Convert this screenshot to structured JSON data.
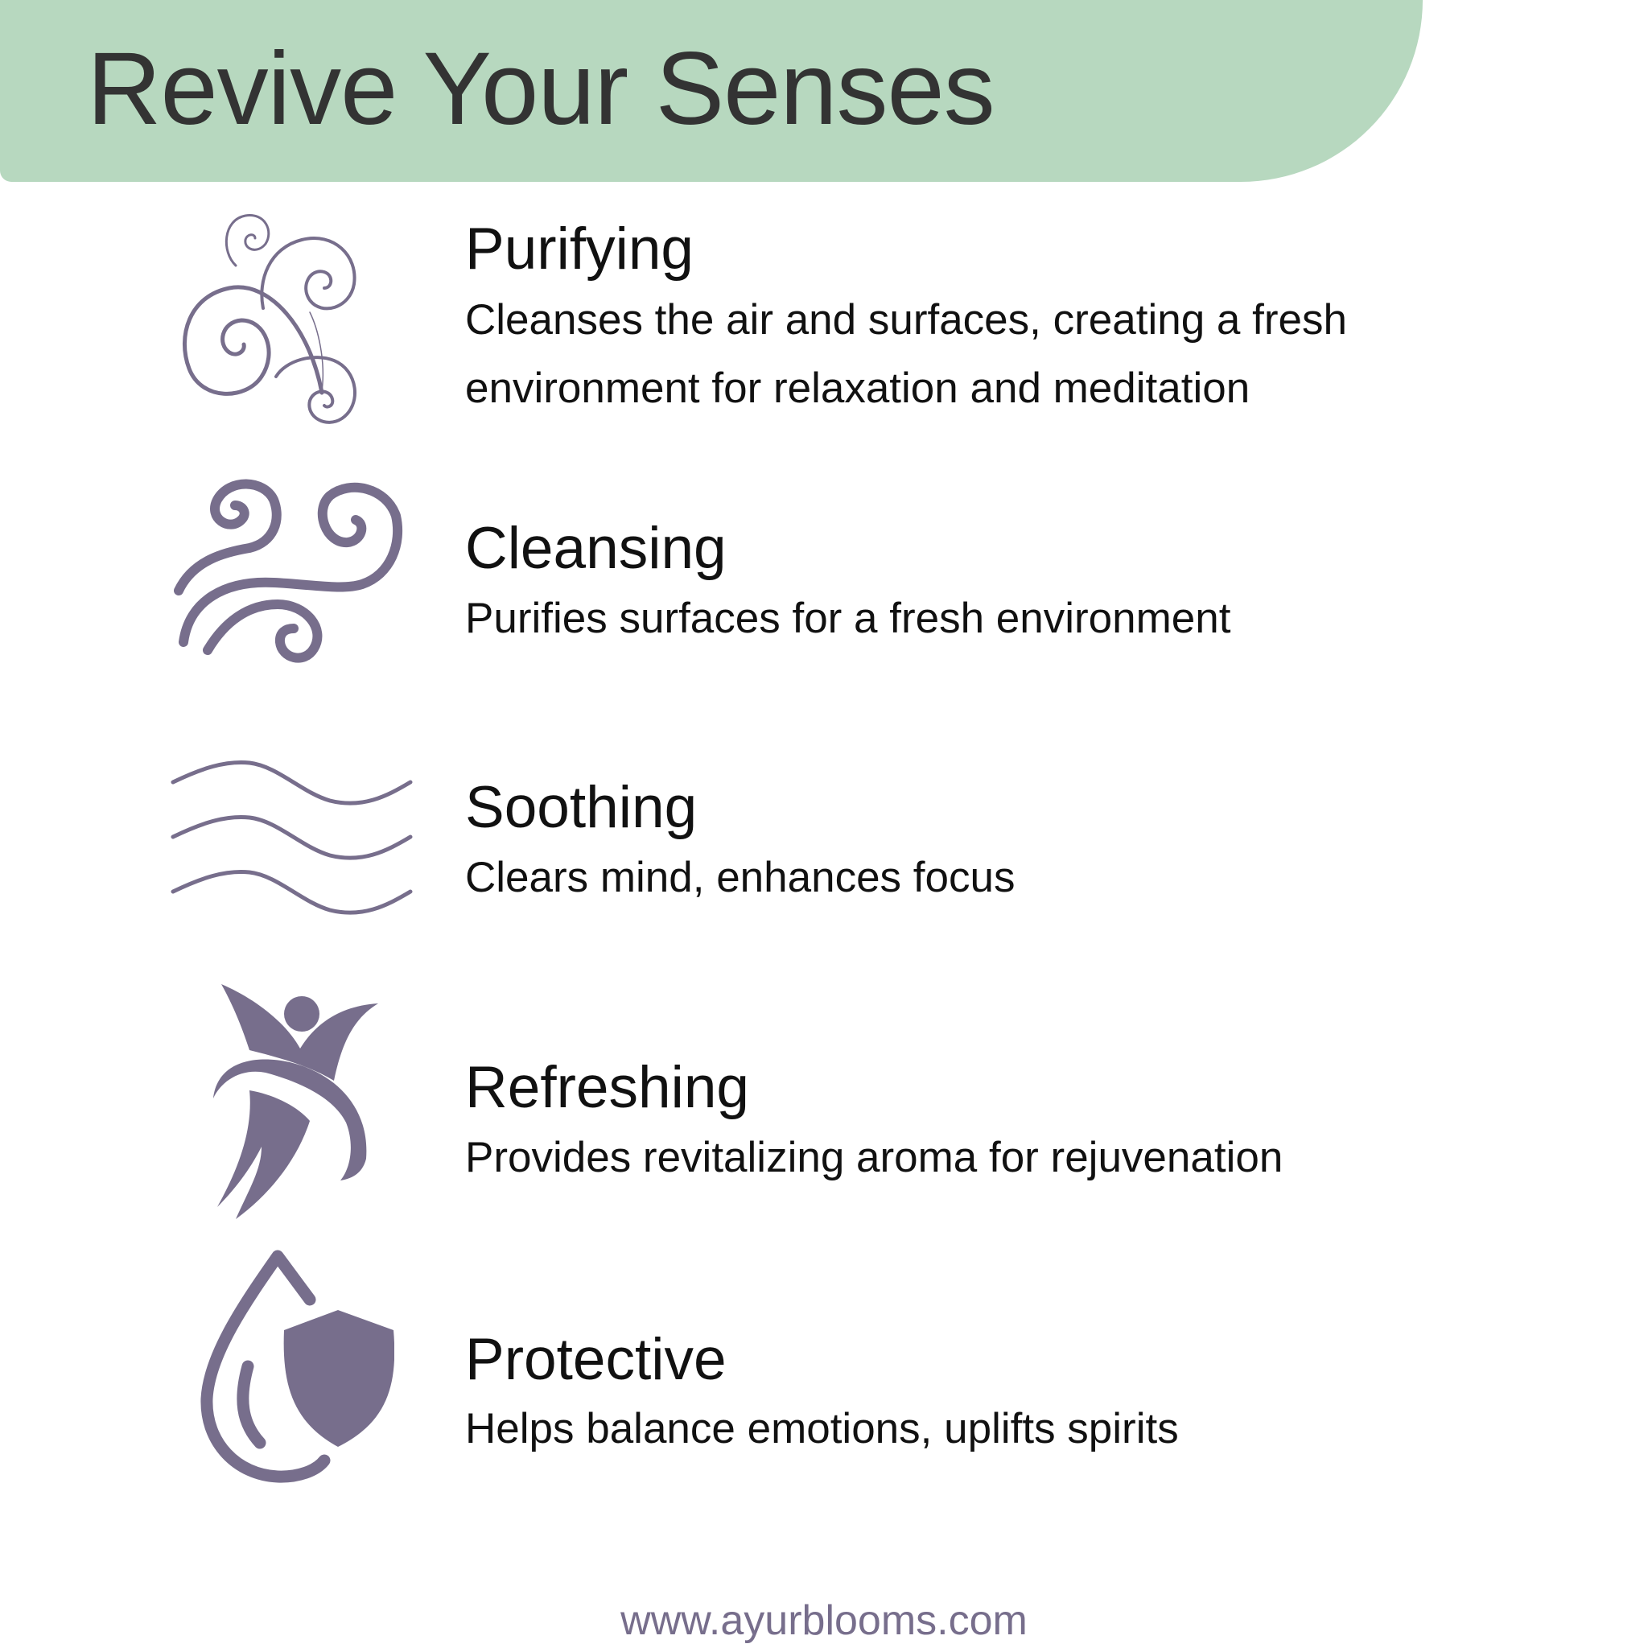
{
  "header": {
    "title": "Revive Your Senses",
    "banner_color": "#b7d8bf",
    "title_color": "#333333"
  },
  "accent_color": "#776e8c",
  "features": [
    {
      "icon": "swirls-icon",
      "title": "Purifying",
      "description_lines": [
        "Cleanses the air and surfaces, creating a fresh",
        "environment for relaxation and meditation"
      ]
    },
    {
      "icon": "wind-icon",
      "title": "Cleansing",
      "description_lines": [
        "Purifies surfaces for a fresh environment"
      ]
    },
    {
      "icon": "waves-icon",
      "title": "Soothing",
      "description_lines": [
        "Clears mind, enhances focus"
      ]
    },
    {
      "icon": "leaping-person-icon",
      "title": "Refreshing",
      "description_lines": [
        "Provides revitalizing aroma for rejuvenation"
      ]
    },
    {
      "icon": "drop-shield-icon",
      "title": "Protective",
      "description_lines": [
        "Helps balance emotions, uplifts spirits"
      ]
    }
  ],
  "footer": {
    "website": "www.ayurblooms.com"
  }
}
